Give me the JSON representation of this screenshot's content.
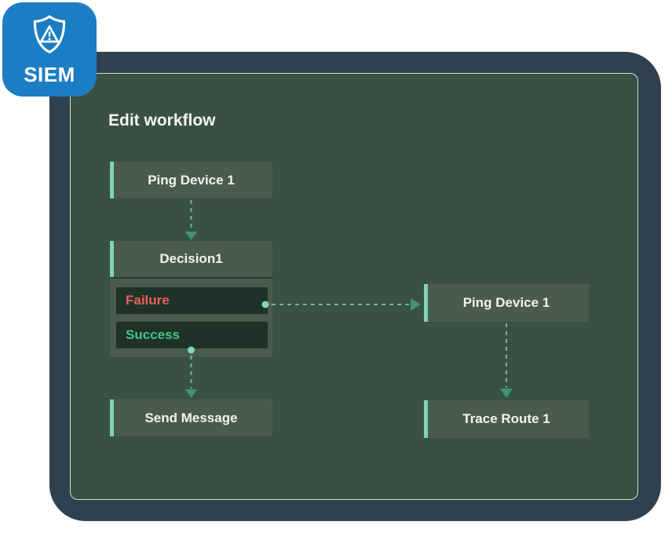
{
  "badge": {
    "label": "SIEM",
    "icon": "shield-warning-icon",
    "bg_color": "#1b7ec4"
  },
  "panel": {
    "title": "Edit workflow"
  },
  "workflow": {
    "nodes": [
      {
        "id": "ping-device-1-left",
        "label": "Ping Device 1"
      },
      {
        "id": "decision-1",
        "label": "Decision1"
      },
      {
        "id": "send-message",
        "label": "Send Message"
      },
      {
        "id": "ping-device-1-right",
        "label": "Ping Device 1"
      },
      {
        "id": "trace-route-1",
        "label": "Trace Route 1"
      }
    ],
    "decision_branches": [
      {
        "label": "Failure",
        "color": "#e95f57"
      },
      {
        "label": "Success",
        "color": "#41c680"
      }
    ],
    "connections": [
      {
        "from": "ping-device-1-left",
        "to": "decision-1"
      },
      {
        "from": "decision-1:failure",
        "to": "ping-device-1-right"
      },
      {
        "from": "decision-1:success",
        "to": "send-message"
      },
      {
        "from": "ping-device-1-right",
        "to": "trace-route-1"
      }
    ]
  },
  "colors": {
    "frame_bg": "#2f414e",
    "panel_bg": "#395142",
    "panel_border": "#d6dcd3",
    "node_bg": "#4a5b4d",
    "node_accent": "#7fd4b8",
    "branch_row_bg": "#1f3229",
    "failure_text": "#e95f57",
    "success_text": "#41c680",
    "connector_line": "#69bda0",
    "connector_arrowhead": "#3f937a",
    "connector_dot": "#7fd8bd"
  }
}
